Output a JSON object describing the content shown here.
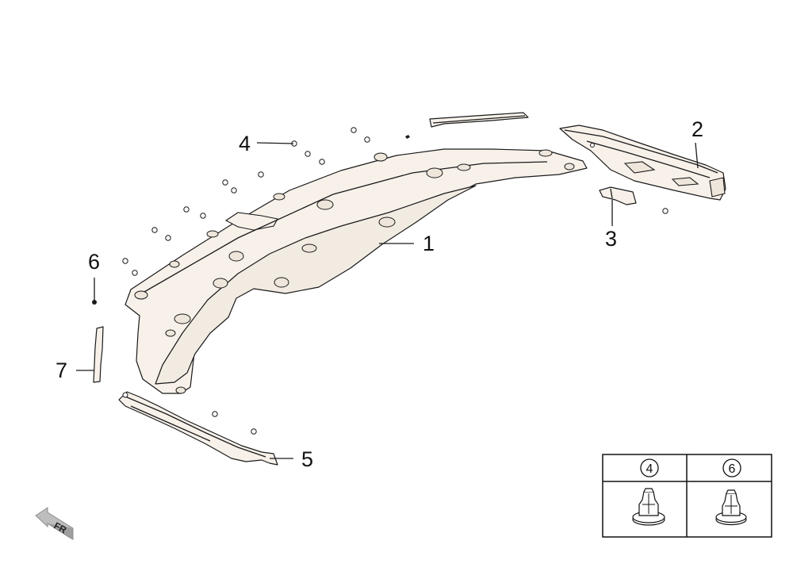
{
  "callouts": {
    "c1": "1",
    "c2": "2",
    "c3": "3",
    "c4": "4",
    "c5": "5",
    "c6": "6",
    "c7": "7"
  },
  "detail_table": {
    "left_label": "4",
    "right_label": "6"
  },
  "direction_marker": {
    "label": "FR"
  },
  "colors": {
    "part_fill": "#f7f1ea",
    "line": "#1a1a1a",
    "marker_fill": "#bdbdbd"
  },
  "icons": {
    "direction": "front-arrow-icon",
    "clip_large": "push-clip-icon",
    "clip_small": "push-clip-icon"
  }
}
